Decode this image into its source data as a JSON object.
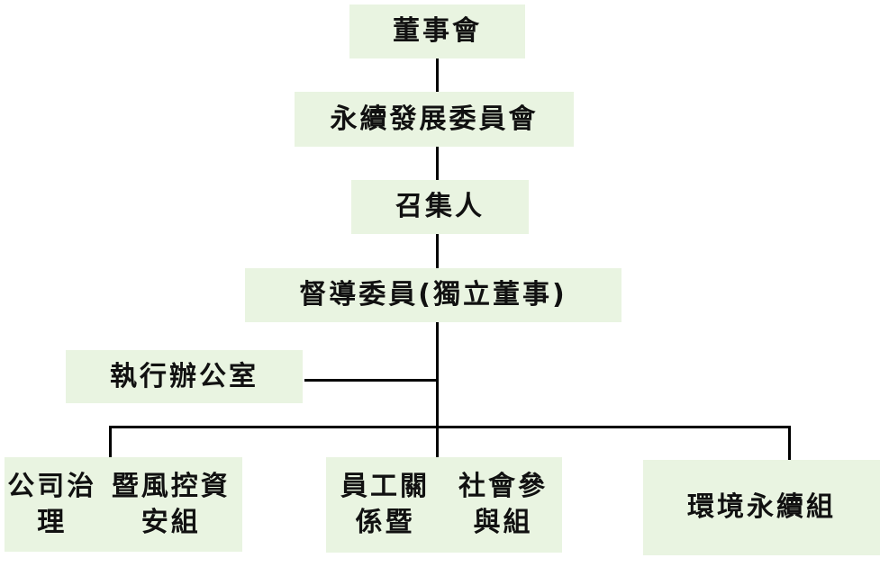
{
  "nodes": {
    "board": "董事會",
    "sustainability_committee": "永續發展委員會",
    "convener": "召集人",
    "supervisor": "督導委員(獨立董事)",
    "executive_office": "執行辦公室",
    "governance_group": {
      "line1": "公司治理",
      "line2": "暨風控資安組"
    },
    "employee_group": {
      "line1": "員工關係暨",
      "line2": "社會參與組"
    },
    "environment_group": "環境永續組"
  },
  "colors": {
    "box_fill": "#e9f4e1",
    "connector": "#000000"
  }
}
